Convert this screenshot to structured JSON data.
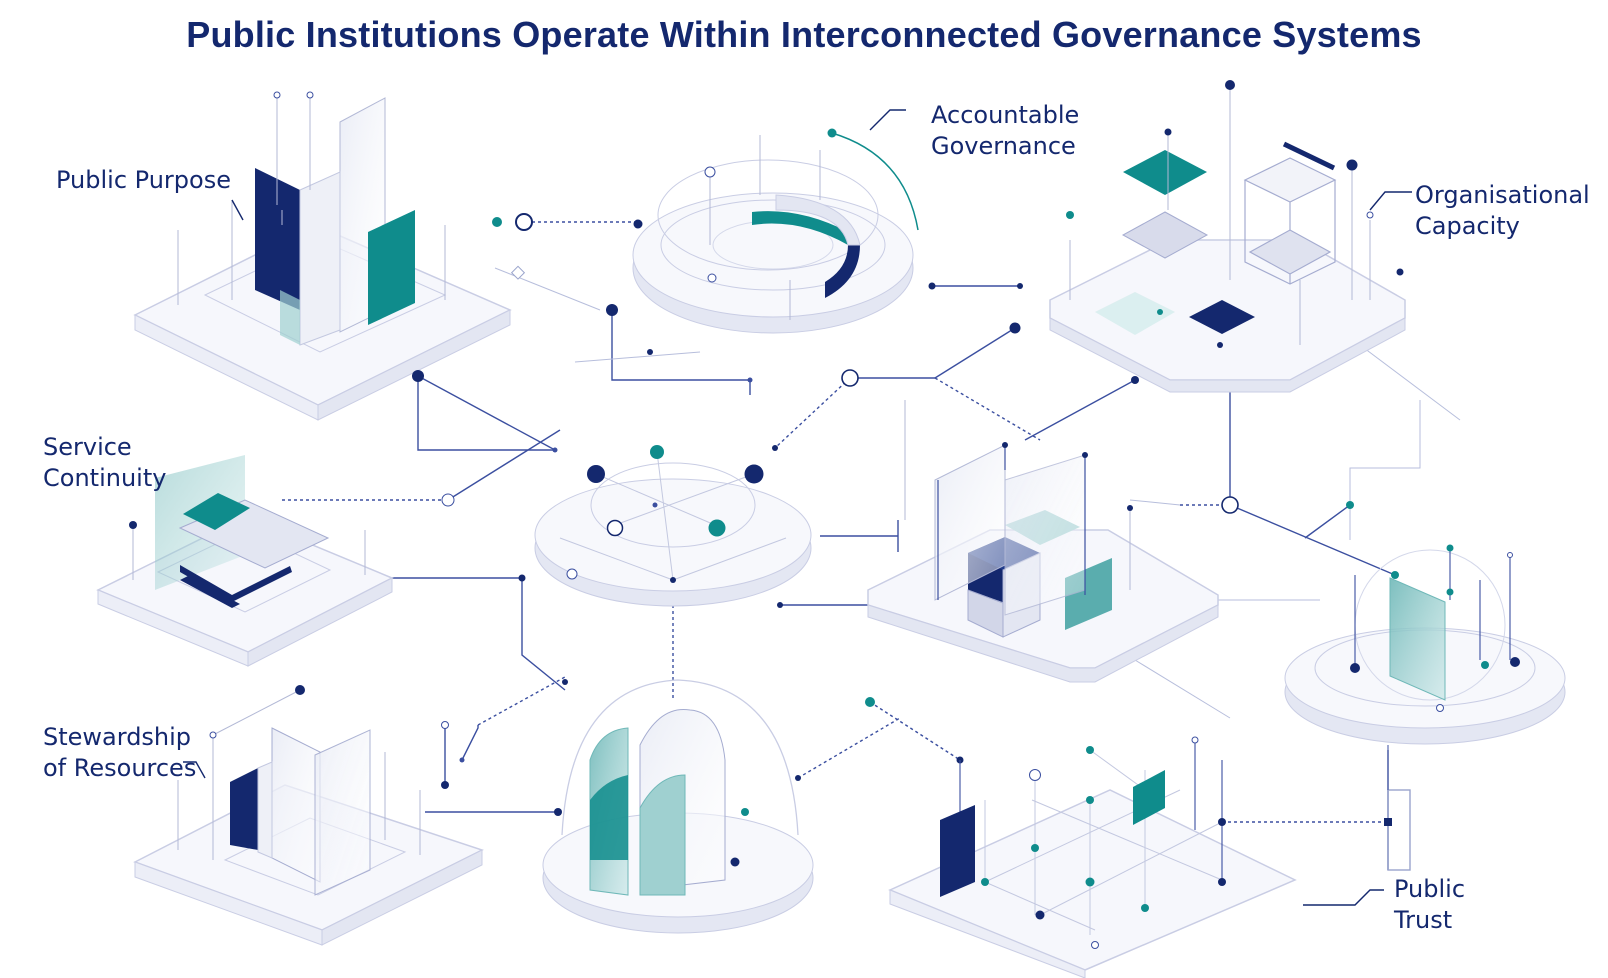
{
  "title": "Public Institutions Operate Within Interconnected Governance Systems",
  "labels": {
    "public_purpose": "Public Purpose",
    "accountable_governance": [
      "Accountable",
      "Governance"
    ],
    "organisational_capacity": [
      "Organisational",
      "Capacity"
    ],
    "service_continuity": [
      "Service",
      "Continuity"
    ],
    "stewardship_of_resources": [
      "Stewardship",
      "of Resources"
    ],
    "public_trust": [
      "Public",
      "Trust"
    ]
  },
  "colors": {
    "navy": "#14286e",
    "teal": "#0f8c8c",
    "light_teal": "#9fd0d0",
    "line": "#3b4fa0",
    "platform_edge": "#c9cde4",
    "platform_face": "#f6f7fc"
  }
}
